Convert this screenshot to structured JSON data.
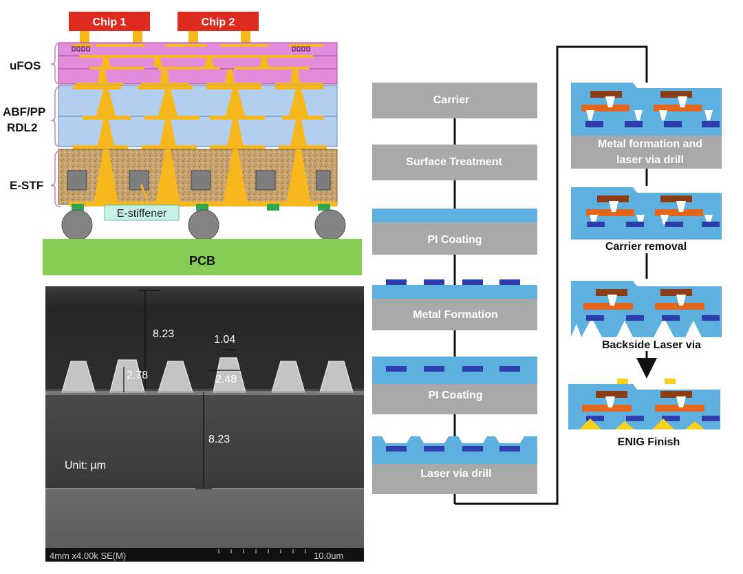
{
  "stack": {
    "chip1": "Chip 1",
    "chip2": "Chip 2",
    "ufos": "uFOS",
    "abf": "ABF/PP",
    "rdl2": "RDL2",
    "estf": "E-STF",
    "stiffener": "E-stiffener",
    "pcb": "PCB"
  },
  "sem": {
    "top_height": "8.23",
    "top_width": "1.04",
    "left_height": "2.78",
    "mid_height": "2.48",
    "bottom_height": "8.23",
    "unit": "Unit: µm",
    "footer_left": "4mm x4.00k SE(M)",
    "footer_right": "10.0um"
  },
  "flow_left": [
    "Carrier",
    "Surface Treatment",
    "PI Coating",
    "Metal Formation",
    "PI Coating",
    "Laser via drill"
  ],
  "flow_right": [
    "Metal formation and",
    "laser via drill",
    "Carrier removal",
    "Backside Laser via",
    "ENIG Finish"
  ],
  "colors": {
    "chip": "#dd2b1f",
    "ufos": "#e38cdb",
    "abf": "#b3cff0",
    "estf": "#c7a572",
    "gold": "#f6b81d",
    "pcb": "#87cd55",
    "gray": "#a9a9a9",
    "blue": "#5eb1df",
    "pad": "#2e3dad",
    "copper": "#e2661c",
    "brown": "#8a3d16"
  }
}
